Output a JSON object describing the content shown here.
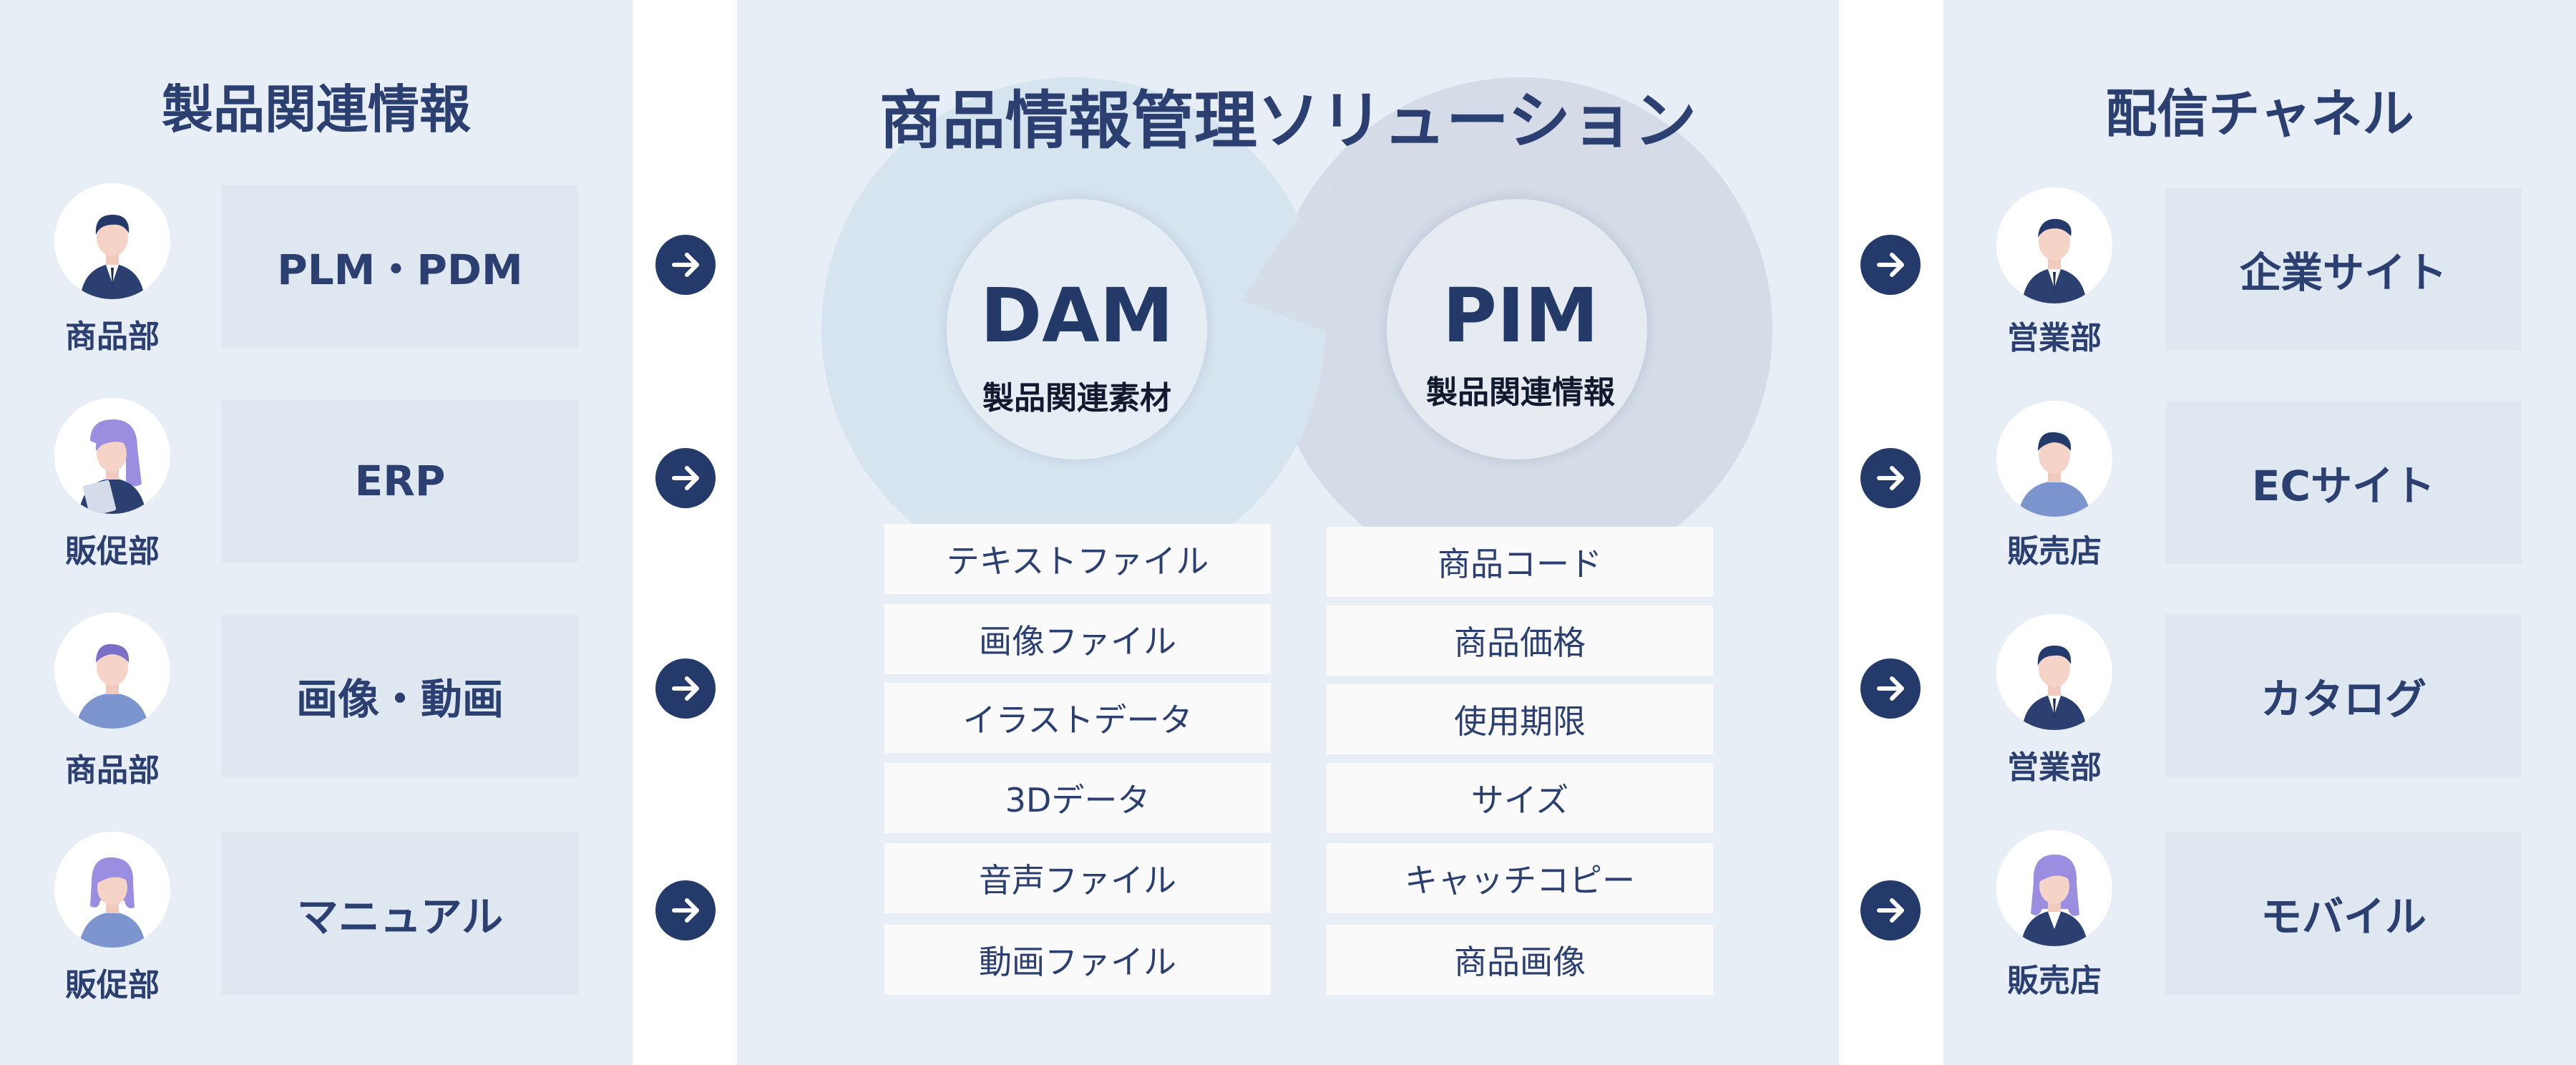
{
  "sources": {
    "title": "製品関連情報",
    "rows": [
      {
        "role": "商品部",
        "system": "PLM・PDM",
        "avatar": "man-suit-avatar"
      },
      {
        "role": "販促部",
        "system": "ERP",
        "avatar": "woman-clipboard-avatar"
      },
      {
        "role": "商品部",
        "system": "画像・動画",
        "avatar": "man-casual-avatar"
      },
      {
        "role": "販促部",
        "system": "マニュアル",
        "avatar": "woman-casual-avatar"
      }
    ]
  },
  "solution": {
    "title": "商品情報管理ソリューション",
    "dam": {
      "label": "DAM",
      "sub": "製品関連素材"
    },
    "pim": {
      "label": "PIM",
      "sub": "製品関連情報"
    },
    "dam_items": [
      "テキストファイル",
      "画像ファイル",
      "イラストデータ",
      "3Dデータ",
      "音声ファイル",
      "動画ファイル"
    ],
    "pim_items": [
      "商品コード",
      "商品価格",
      "使用期限",
      "サイズ",
      "キャッチコピー",
      "商品画像"
    ]
  },
  "channels": {
    "title": "配信チャネル",
    "rows": [
      {
        "role": "営業部",
        "channel": "企業サイト",
        "avatar": "man-suit-avatar"
      },
      {
        "role": "販売店",
        "channel": "ECサイト",
        "avatar": "man-casual-avatar"
      },
      {
        "role": "営業部",
        "channel": "カタログ",
        "avatar": "man-suit-avatar"
      },
      {
        "role": "販売店",
        "channel": "モバイル",
        "avatar": "woman-suit-avatar"
      }
    ]
  },
  "colors": {
    "navy": "#243a6a",
    "panel_bg": "#e8eef5",
    "box_bg": "#dfe7f1",
    "dam_circle": "#d6e4f0",
    "pim_circle": "#d5dce7",
    "avatar_hair_purple": "#9b8ee0"
  },
  "icons": {
    "arrow": "arrow-right-circle-icon"
  }
}
